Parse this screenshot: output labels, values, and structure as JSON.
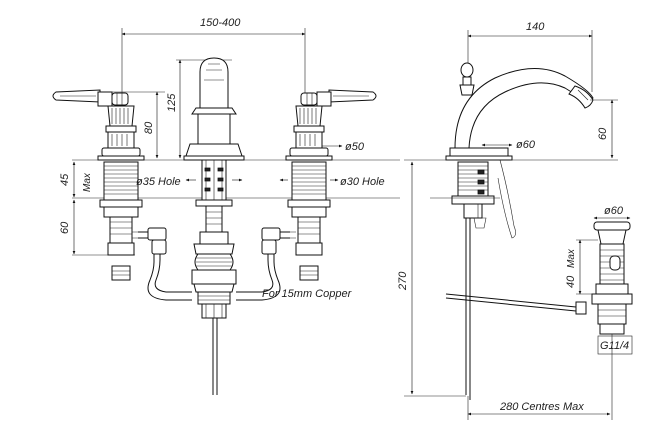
{
  "labels": {
    "dim_150_400": "150-400",
    "dim_140": "140",
    "dim_125": "125",
    "dim_80": "80",
    "dim_50": "ø50",
    "dim_60_spout": "ø60",
    "dim_60_height": "60",
    "dim_45": "45",
    "max_a": "Max",
    "dim_60_tail": "60",
    "hole_35": "ø35 Hole",
    "hole_30": "ø30 Hole",
    "copper": "For 15mm Copper",
    "dim_270": "270",
    "waste_60": "ø60",
    "dim_40": "40",
    "max_b": "Max",
    "thread": "G11/4",
    "centres": "280  Centres Max"
  }
}
